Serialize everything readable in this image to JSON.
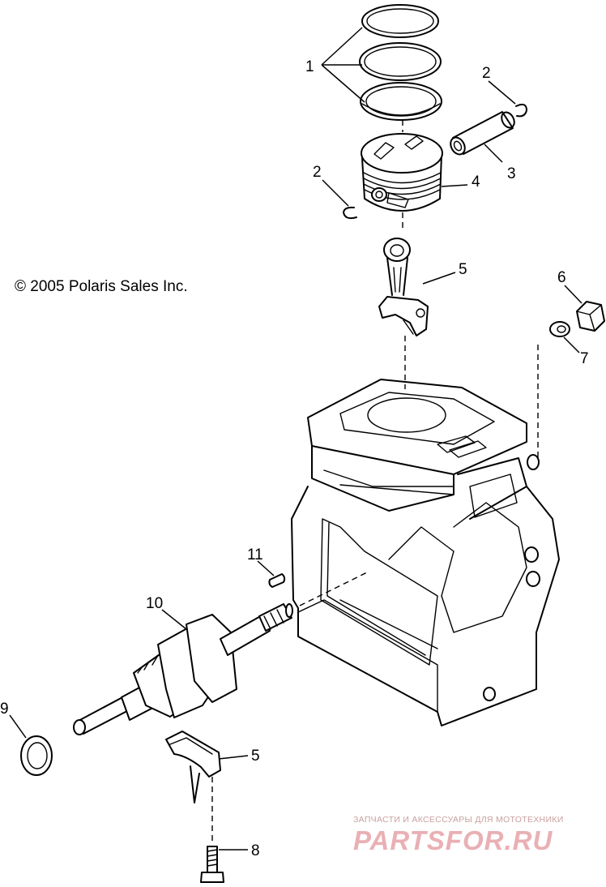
{
  "copyright": "© 2005 Polaris Sales Inc.",
  "watermark": {
    "tagline": "ЗАПЧАСТИ И АКСЕССУАРЫ ДЛЯ МОТОТЕХНИКИ",
    "logo": "PARTSFOR.RU",
    "color": "#e9b0b4"
  },
  "callouts": [
    {
      "id": "c1",
      "label": "1"
    },
    {
      "id": "c2a",
      "label": "2"
    },
    {
      "id": "c2b",
      "label": "2"
    },
    {
      "id": "c3",
      "label": "3"
    },
    {
      "id": "c4",
      "label": "4"
    },
    {
      "id": "c5a",
      "label": "5"
    },
    {
      "id": "c5b",
      "label": "5"
    },
    {
      "id": "c6",
      "label": "6"
    },
    {
      "id": "c7",
      "label": "7"
    },
    {
      "id": "c8",
      "label": "8"
    },
    {
      "id": "c9",
      "label": "9"
    },
    {
      "id": "c10",
      "label": "10"
    },
    {
      "id": "c11",
      "label": "11"
    }
  ]
}
